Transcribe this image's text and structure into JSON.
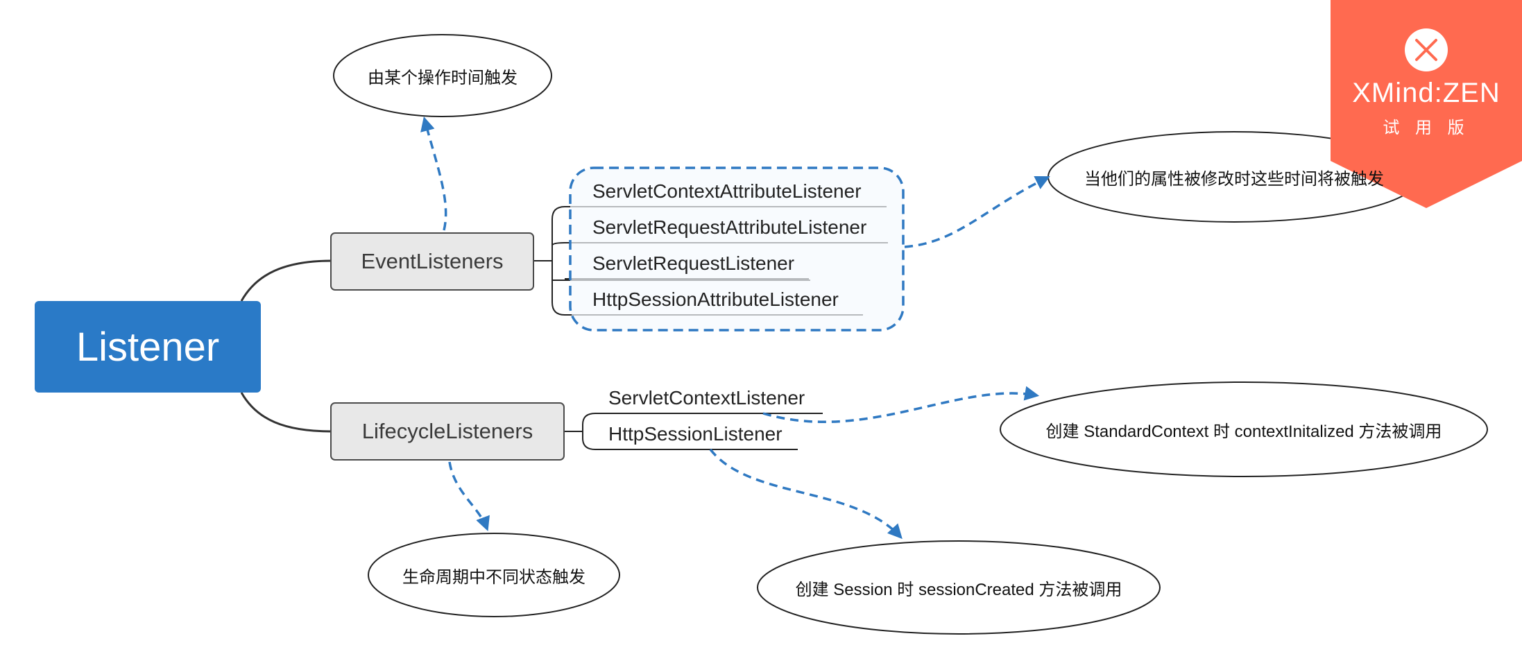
{
  "root": {
    "label": "Listener"
  },
  "branches": {
    "event": {
      "label": "EventListeners",
      "children": [
        "ServletContextAttributeListener",
        "ServletRequestAttributeListener",
        "ServletRequestListener",
        "HttpSessionAttributeListener"
      ]
    },
    "lifecycle": {
      "label": "LifecycleListeners",
      "children": [
        "ServletContextListener",
        "HttpSessionListener"
      ]
    }
  },
  "notes": {
    "event_trigger": "由某个操作时间触发",
    "attribute_change": "当他们的属性被修改时这些时间将被触发",
    "lifecycle_state": "生命周期中不同状态触发",
    "context_created": "创建 StandardContext 时 contextInitalized 方法被调用",
    "session_created": "创建 Session 时 sessionCreated 方法被调用"
  },
  "watermark": {
    "title": "XMind:ZEN",
    "subtitle": "试 用 版"
  },
  "colors": {
    "root": "#2a7ac7",
    "relationship": "#2f79c2",
    "watermark": "#ff6a50",
    "branch_fill": "#e8e8e8"
  }
}
